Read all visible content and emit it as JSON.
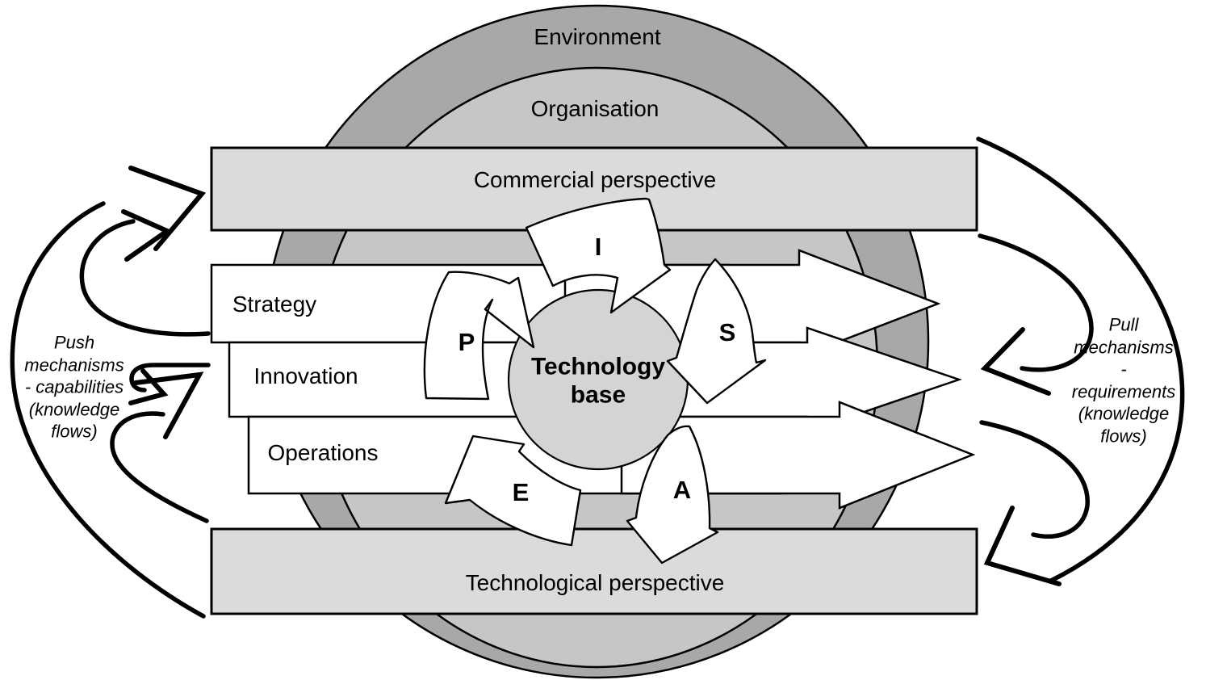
{
  "rings": {
    "environment": "Environment",
    "organisation": "Organisation"
  },
  "perspectives": {
    "commercial": "Commercial perspective",
    "technological": "Technological perspective"
  },
  "process_bars": {
    "strategy": "Strategy",
    "innovation": "Innovation",
    "operations": "Operations"
  },
  "core": {
    "label": "Technology\nbase"
  },
  "process_letters": {
    "identification": "I",
    "selection": "S",
    "acquisition": "A",
    "exploitation": "E",
    "protection": "P"
  },
  "annotations": {
    "push": "Push\nmechanisms\n- capabilities\n(knowledge\nflows)",
    "pull": "Pull\nmechanisms\n- requirements\n(knowledge\nflows)"
  },
  "colors": {
    "environment_ring": "#a8a8a8",
    "organisation_fill": "#c6c6c6",
    "perspective_bar": "#dbdbdb",
    "process_bar": "#ffffff",
    "block_arrow": "#ffffff",
    "core_circle": "#d4d4d4",
    "cycle_arrow": "#ffffff",
    "outline": "#000000"
  }
}
